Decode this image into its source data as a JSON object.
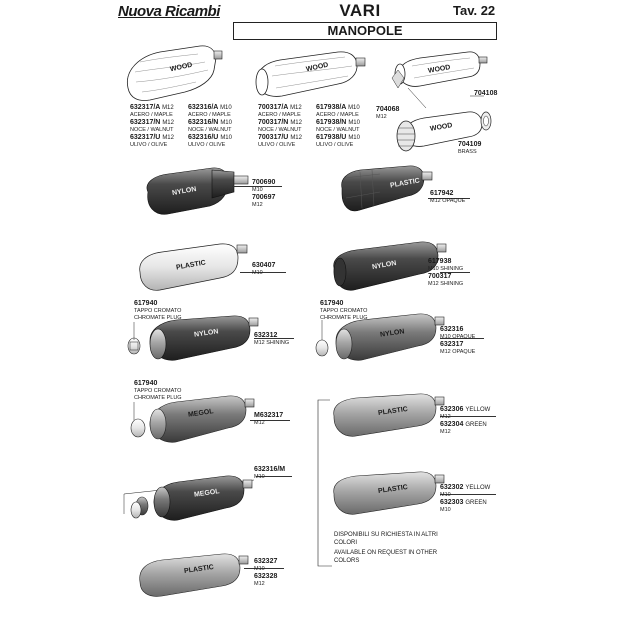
{
  "header": {
    "brand": "Nuova Ricambi",
    "title": "VARI",
    "sheet": "Tav. 22",
    "subtitle": "MANOPOLE"
  },
  "materials": {
    "wood": "WOOD",
    "nylon": "NYLON",
    "plastic": "PLASTIC",
    "megol": "MEGOL"
  },
  "wood_handles": {
    "a": {
      "col1": [
        {
          "code": "632317/A",
          "size": "M12",
          "desc": "ACERO / MAPLE"
        },
        {
          "code": "632317/N",
          "size": "M12",
          "desc": "NOCE / WALNUT"
        },
        {
          "code": "632317/U",
          "size": "M12",
          "desc": "ULIVO / OLIVE"
        }
      ],
      "col2": [
        {
          "code": "632316/A",
          "size": "M10",
          "desc": "ACERO / MAPLE"
        },
        {
          "code": "632316/N",
          "size": "M10",
          "desc": "NOCE / WALNUT"
        },
        {
          "code": "632316/U",
          "size": "M10",
          "desc": "ULIVO / OLIVE"
        }
      ]
    },
    "b": {
      "col1": [
        {
          "code": "700317/A",
          "size": "M12",
          "desc": "ACERO / MAPLE"
        },
        {
          "code": "700317/N",
          "size": "M12",
          "desc": "NOCE / WALNUT"
        },
        {
          "code": "700317/U",
          "size": "M12",
          "desc": "ULIVO / OLIVE"
        }
      ],
      "col2": [
        {
          "code": "617938/A",
          "size": "M10",
          "desc": "ACERO / MAPLE"
        },
        {
          "code": "617938/N",
          "size": "M10",
          "desc": "NOCE / WALNUT"
        },
        {
          "code": "617938/U",
          "size": "M10",
          "desc": "ULIVO / OLIVE"
        }
      ]
    },
    "c": {
      "code1": "704068",
      "size1": "M12",
      "code2": "704108",
      "code3": "704109",
      "desc3": "BRASS"
    }
  },
  "parts": {
    "p700690": {
      "code": "700690",
      "size": "M10"
    },
    "p700697": {
      "code": "700697",
      "size": "M12"
    },
    "p617942": {
      "code": "617942",
      "desc": "M12 OPAQUE"
    },
    "p630407": {
      "code": "630407",
      "size": "M10"
    },
    "p617938": {
      "code": "617938",
      "desc": "M10 SHINING"
    },
    "p700317": {
      "code": "700317",
      "desc": "M12 SHINING"
    },
    "p632312": {
      "code": "632312",
      "desc": "M12 SHINING"
    },
    "p632316": {
      "code": "632316",
      "desc": "M10 OPAQUE"
    },
    "p632317": {
      "code": "632317",
      "desc": "M12 OPAQUE"
    },
    "pM632317": {
      "code": "M632317",
      "size": "M12"
    },
    "p632316M": {
      "code": "632316/M",
      "size": "M10"
    },
    "p632327": {
      "code": "632327",
      "size": "M10"
    },
    "p632328": {
      "code": "632328",
      "size": "M12"
    },
    "p632306": {
      "code": "632306",
      "desc": "YELLOW",
      "size": "M12"
    },
    "p632304": {
      "code": "632304",
      "desc": "GREEN",
      "size": "M12"
    },
    "p632302": {
      "code": "632302",
      "desc": "YELLOW",
      "size": "M10"
    },
    "p632303": {
      "code": "632303",
      "desc": "GREEN",
      "size": "M10"
    }
  },
  "plug": {
    "code": "617940",
    "line1": "TAPPO CROMATO",
    "line2": "CHROMATE PLUG"
  },
  "availability_note": {
    "line1": "DISPONIBILI SU RICHIESTA IN ALTRI",
    "line2": "COLORI",
    "line3": "AVAILABLE ON REQUEST IN OTHER",
    "line4": "COLORS"
  }
}
